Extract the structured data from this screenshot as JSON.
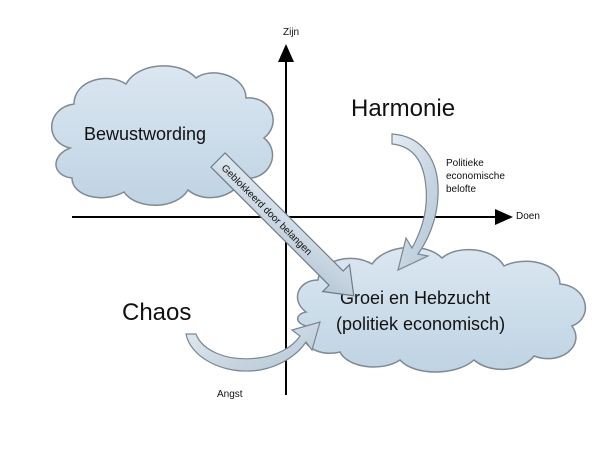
{
  "axes": {
    "y_label": "Zijn",
    "x_label": "Doen"
  },
  "clouds": {
    "top_left": "Bewustwording",
    "bottom_right_line1": "Groei en Hebzucht",
    "bottom_right_line2": "(politiek economisch)"
  },
  "quadrant_labels": {
    "top_right": "Harmonie",
    "bottom_left": "Chaos"
  },
  "arrows": {
    "harmonie_note_line1": "Politieke",
    "harmonie_note_line2": "economische",
    "harmonie_note_line3": "belofte",
    "chaos_note": "Angst",
    "blocked_band": "Geblokkeerd door belangen"
  },
  "colors": {
    "cloud_fill": "#c9dbe8",
    "cloud_stroke": "#7f8a94",
    "arrow_fill": "#c5d3df",
    "axis": "#000000"
  }
}
